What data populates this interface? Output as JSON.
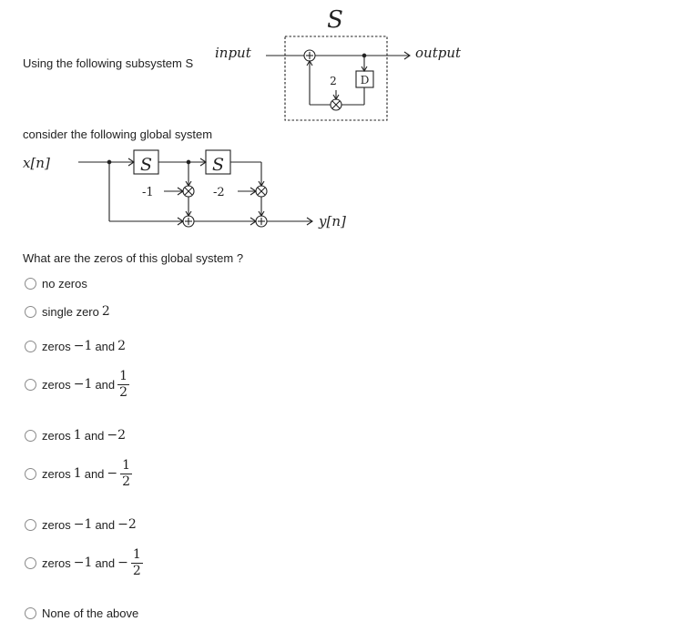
{
  "intro_text": "Using the following subsystem S",
  "subsystem_diagram": {
    "title": "S",
    "input_label": "input",
    "output_label": "output",
    "gain": "2",
    "delay": "D"
  },
  "global_text": "consider the following global system",
  "global_diagram": {
    "input_label": "x[n]",
    "output_label": "y[n]",
    "block1": "S",
    "block2": "S",
    "gain1": "-1",
    "gain2": "-2"
  },
  "question": "What are the zeros of this global system ?",
  "options": [
    {
      "prefix": "no zeros"
    },
    {
      "prefix": "single zero",
      "a": "2"
    },
    {
      "prefix": "zeros",
      "a": "−1",
      "joiner": "and",
      "b": "2"
    },
    {
      "prefix": "zeros",
      "a": "−1",
      "joiner": "and",
      "b_num": "1",
      "b_den": "2"
    },
    {
      "prefix": "zeros",
      "a": "1",
      "joiner": "and",
      "b": "−2"
    },
    {
      "prefix": "zeros",
      "a": "1",
      "joiner": "and",
      "b_sign": "−",
      "b_num": "1",
      "b_den": "2"
    },
    {
      "prefix": "zeros",
      "a": "−1",
      "joiner": "and",
      "b": "−2"
    },
    {
      "prefix": "zeros",
      "a": "−1",
      "joiner": "and",
      "b_sign": "−",
      "b_num": "1",
      "b_den": "2"
    },
    {
      "prefix": "None of the above"
    }
  ]
}
